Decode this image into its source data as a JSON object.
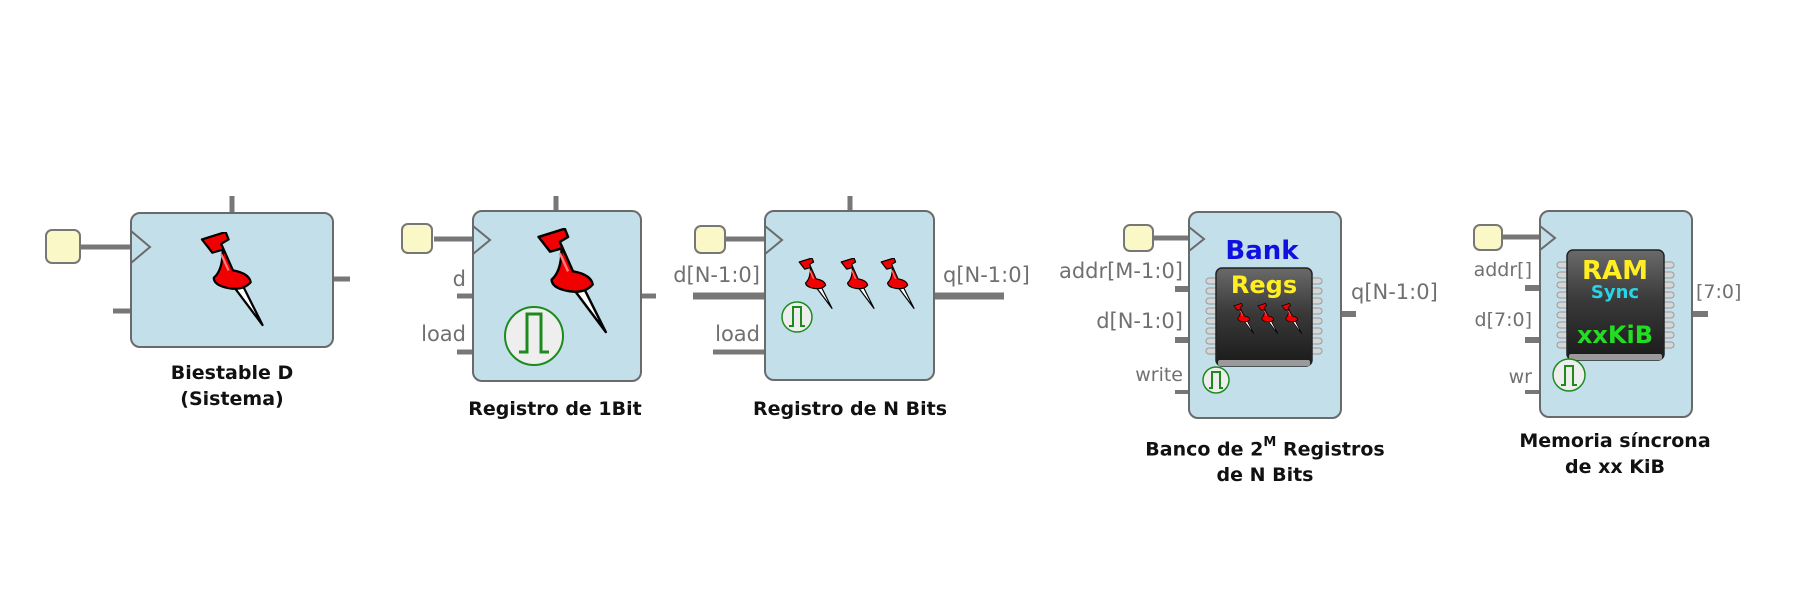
{
  "colors": {
    "block_fill": "#c2dfea",
    "block_border": "#6a6a6a",
    "wire": "#777777",
    "clock_pad": "#fbf8c8",
    "pin_red": "#f00000",
    "pulse_green": "#1e8a1e",
    "bank_blue": "#1010e0",
    "regs_yellow": "#ffee22",
    "sync_cyan": "#2ad4e6",
    "kib_green": "#22dd22"
  },
  "blocks": [
    {
      "id": "biestable-d",
      "caption_lines": [
        "Biestable D",
        "(Sistema)"
      ]
    },
    {
      "id": "registro-1bit",
      "caption_lines": [
        "Registro de 1Bit"
      ],
      "ports": {
        "d": "d",
        "load": "load"
      }
    },
    {
      "id": "registro-n-bits",
      "caption_lines": [
        "Registro de N Bits"
      ],
      "ports": {
        "d": "d[N-1:0]",
        "load": "load",
        "q": "q[N-1:0]"
      }
    },
    {
      "id": "banco-registros",
      "caption_lines": [
        "Banco de 2",
        "Registros",
        "de N Bits"
      ],
      "caption_superscript": "M",
      "ports": {
        "addr": "addr[M-1:0]",
        "d": "d[N-1:0]",
        "write": "write",
        "q": "q[N-1:0]"
      },
      "chip": {
        "line1": "Bank",
        "line2": "Regs"
      }
    },
    {
      "id": "memoria-sincrona",
      "caption_lines": [
        "Memoria síncrona",
        "de xx KiB"
      ],
      "ports": {
        "addr": "addr[]",
        "d": "d[7:0]",
        "wr": "wr",
        "q": "[7:0]"
      },
      "chip": {
        "line1": "RAM",
        "line2": "Sync",
        "line3": "xxKiB"
      }
    }
  ]
}
